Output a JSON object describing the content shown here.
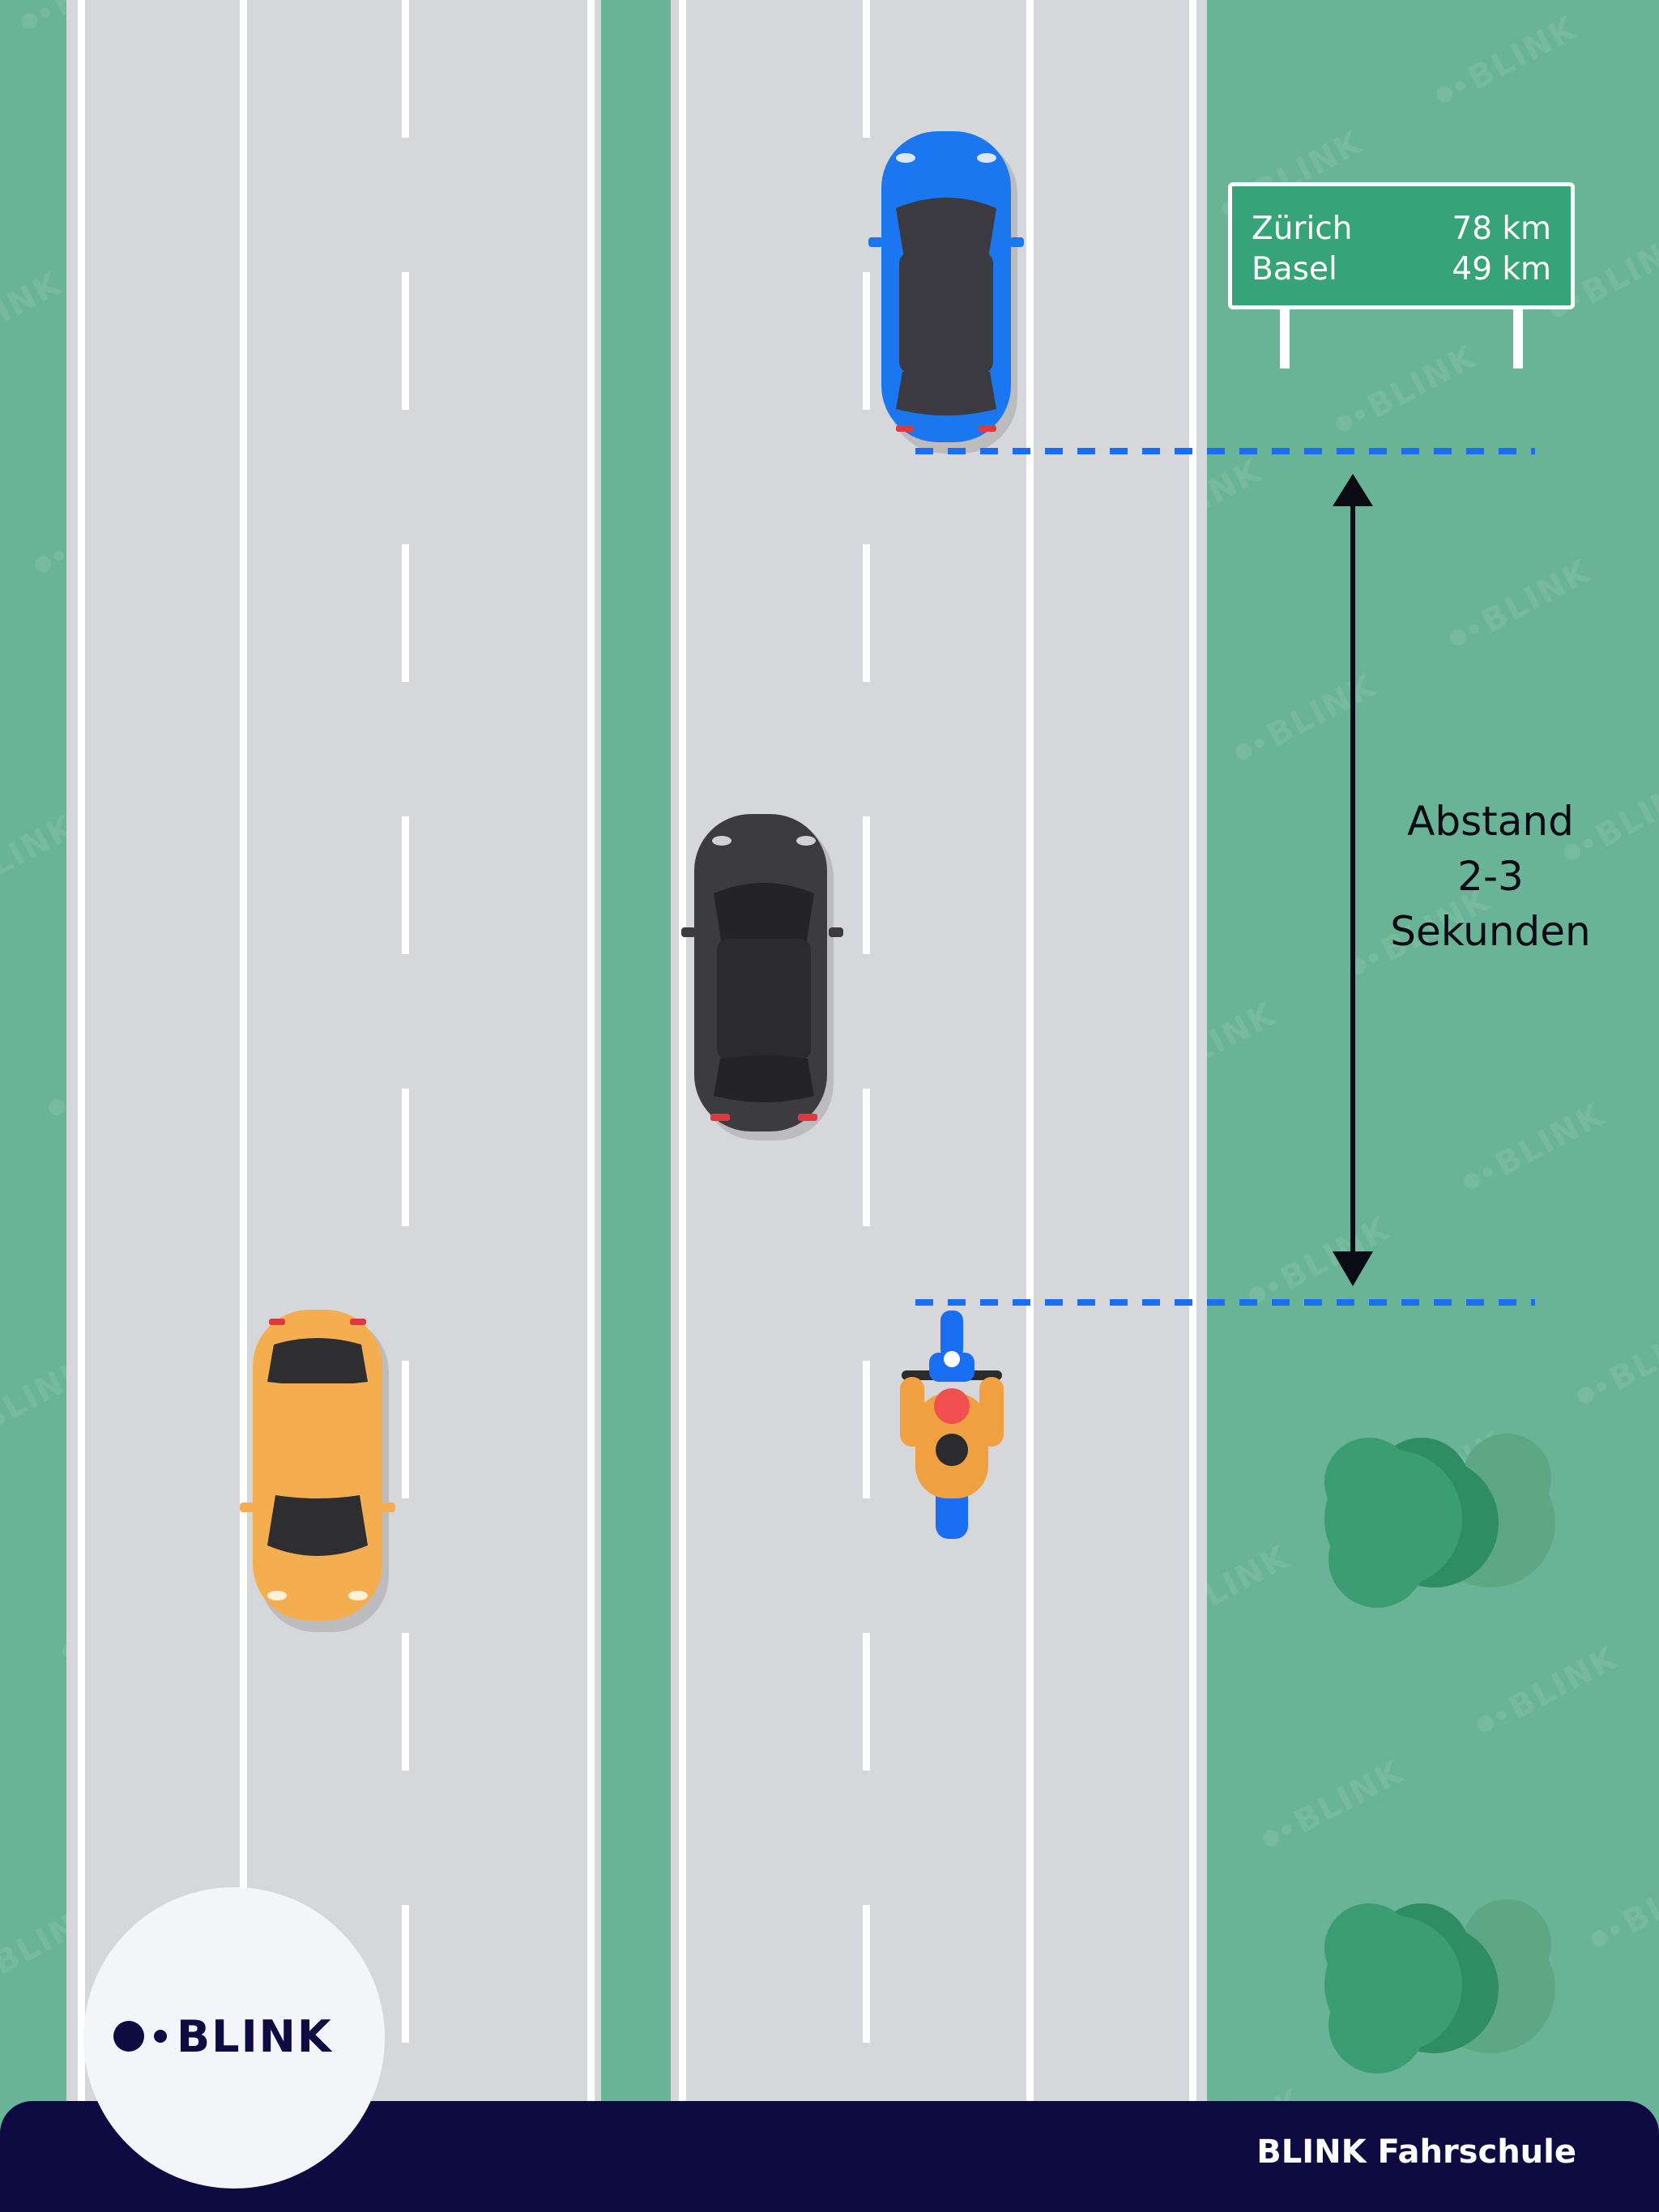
{
  "sign": {
    "rows": [
      {
        "city": "Zürich",
        "distance": "78 km"
      },
      {
        "city": "Basel",
        "distance": "49 km"
      }
    ]
  },
  "distance_label": {
    "line1": "Abstand",
    "line2": "2-3",
    "line3": "Sekunden"
  },
  "logo": {
    "text": "BLINK"
  },
  "footer": {
    "text": "BLINK Fahrschule"
  },
  "watermark": "BLINK",
  "colors": {
    "grass": "#69b396",
    "road": "#d6d7da",
    "lane_marking": "#ffffff",
    "gap_line": "#1a6ef2",
    "footer_bg": "#0e0b43",
    "sign_bg": "#36a378",
    "car_blue": "#1a77f0",
    "car_black": "#3c3c40",
    "car_yellow": "#f4ae4f",
    "motorbike_rider": "#f0a040",
    "tree": "#3b9d72"
  }
}
